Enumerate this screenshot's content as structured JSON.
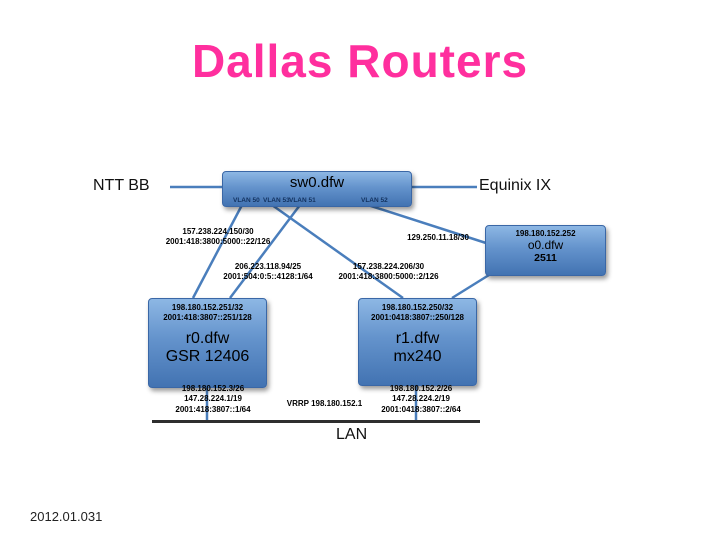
{
  "slide": {
    "title": "Dallas Routers",
    "footer": "2012.01.031"
  },
  "labels": {
    "ntt": "NTT BB",
    "equinix": "Equinix IX",
    "lan": "LAN",
    "vrrp": "VRRP 198.180.152.1"
  },
  "nodes": {
    "switch": {
      "name": "sw0.dfw",
      "vlans": [
        "VLAN 50",
        "VLAN 53",
        "VLAN 51",
        "VLAN 52"
      ]
    },
    "console": {
      "ip": "198.180.152.252",
      "name": "o0.dfw",
      "model": "2511"
    },
    "router0": {
      "ipv4": "198.180.152.251/32",
      "ipv6": "2001:418:3807::251/128",
      "name": "r0.dfw",
      "model": "GSR 12406",
      "lan_ips": [
        "198.180.152.3/26",
        "147.28.224.1/19",
        "2001:418:3807::1/64"
      ]
    },
    "router1": {
      "ipv4": "198.180.152.250/32",
      "ipv6": "2001:0418:3807::250/128",
      "name": "r1.dfw",
      "model": "mx240",
      "lan_ips": [
        "198.180.152.2/26",
        "147.28.224.2/19",
        "2001:0418:3807::2/64"
      ]
    }
  },
  "link_labels": {
    "ntt_ipv4": "157.238.224.150/30",
    "ntt_ipv6": "2001:418:3800:5000::22/126",
    "equinix_ipv4": "129.250.11.18/30",
    "ix_ipv4": "206.223.118.94/25",
    "ix_ipv6": "2001:504:0:5::4128:1/64",
    "transit_ipv4": "157.238.224.206/30",
    "transit_ipv6": "2001:418:3800:5000::2/126"
  },
  "colors": {
    "title_pink": "#ff2f9e",
    "box_blue_top": "#8db7e4",
    "box_blue_bottom": "#4273b2",
    "line_blue": "#4a7ebc"
  }
}
